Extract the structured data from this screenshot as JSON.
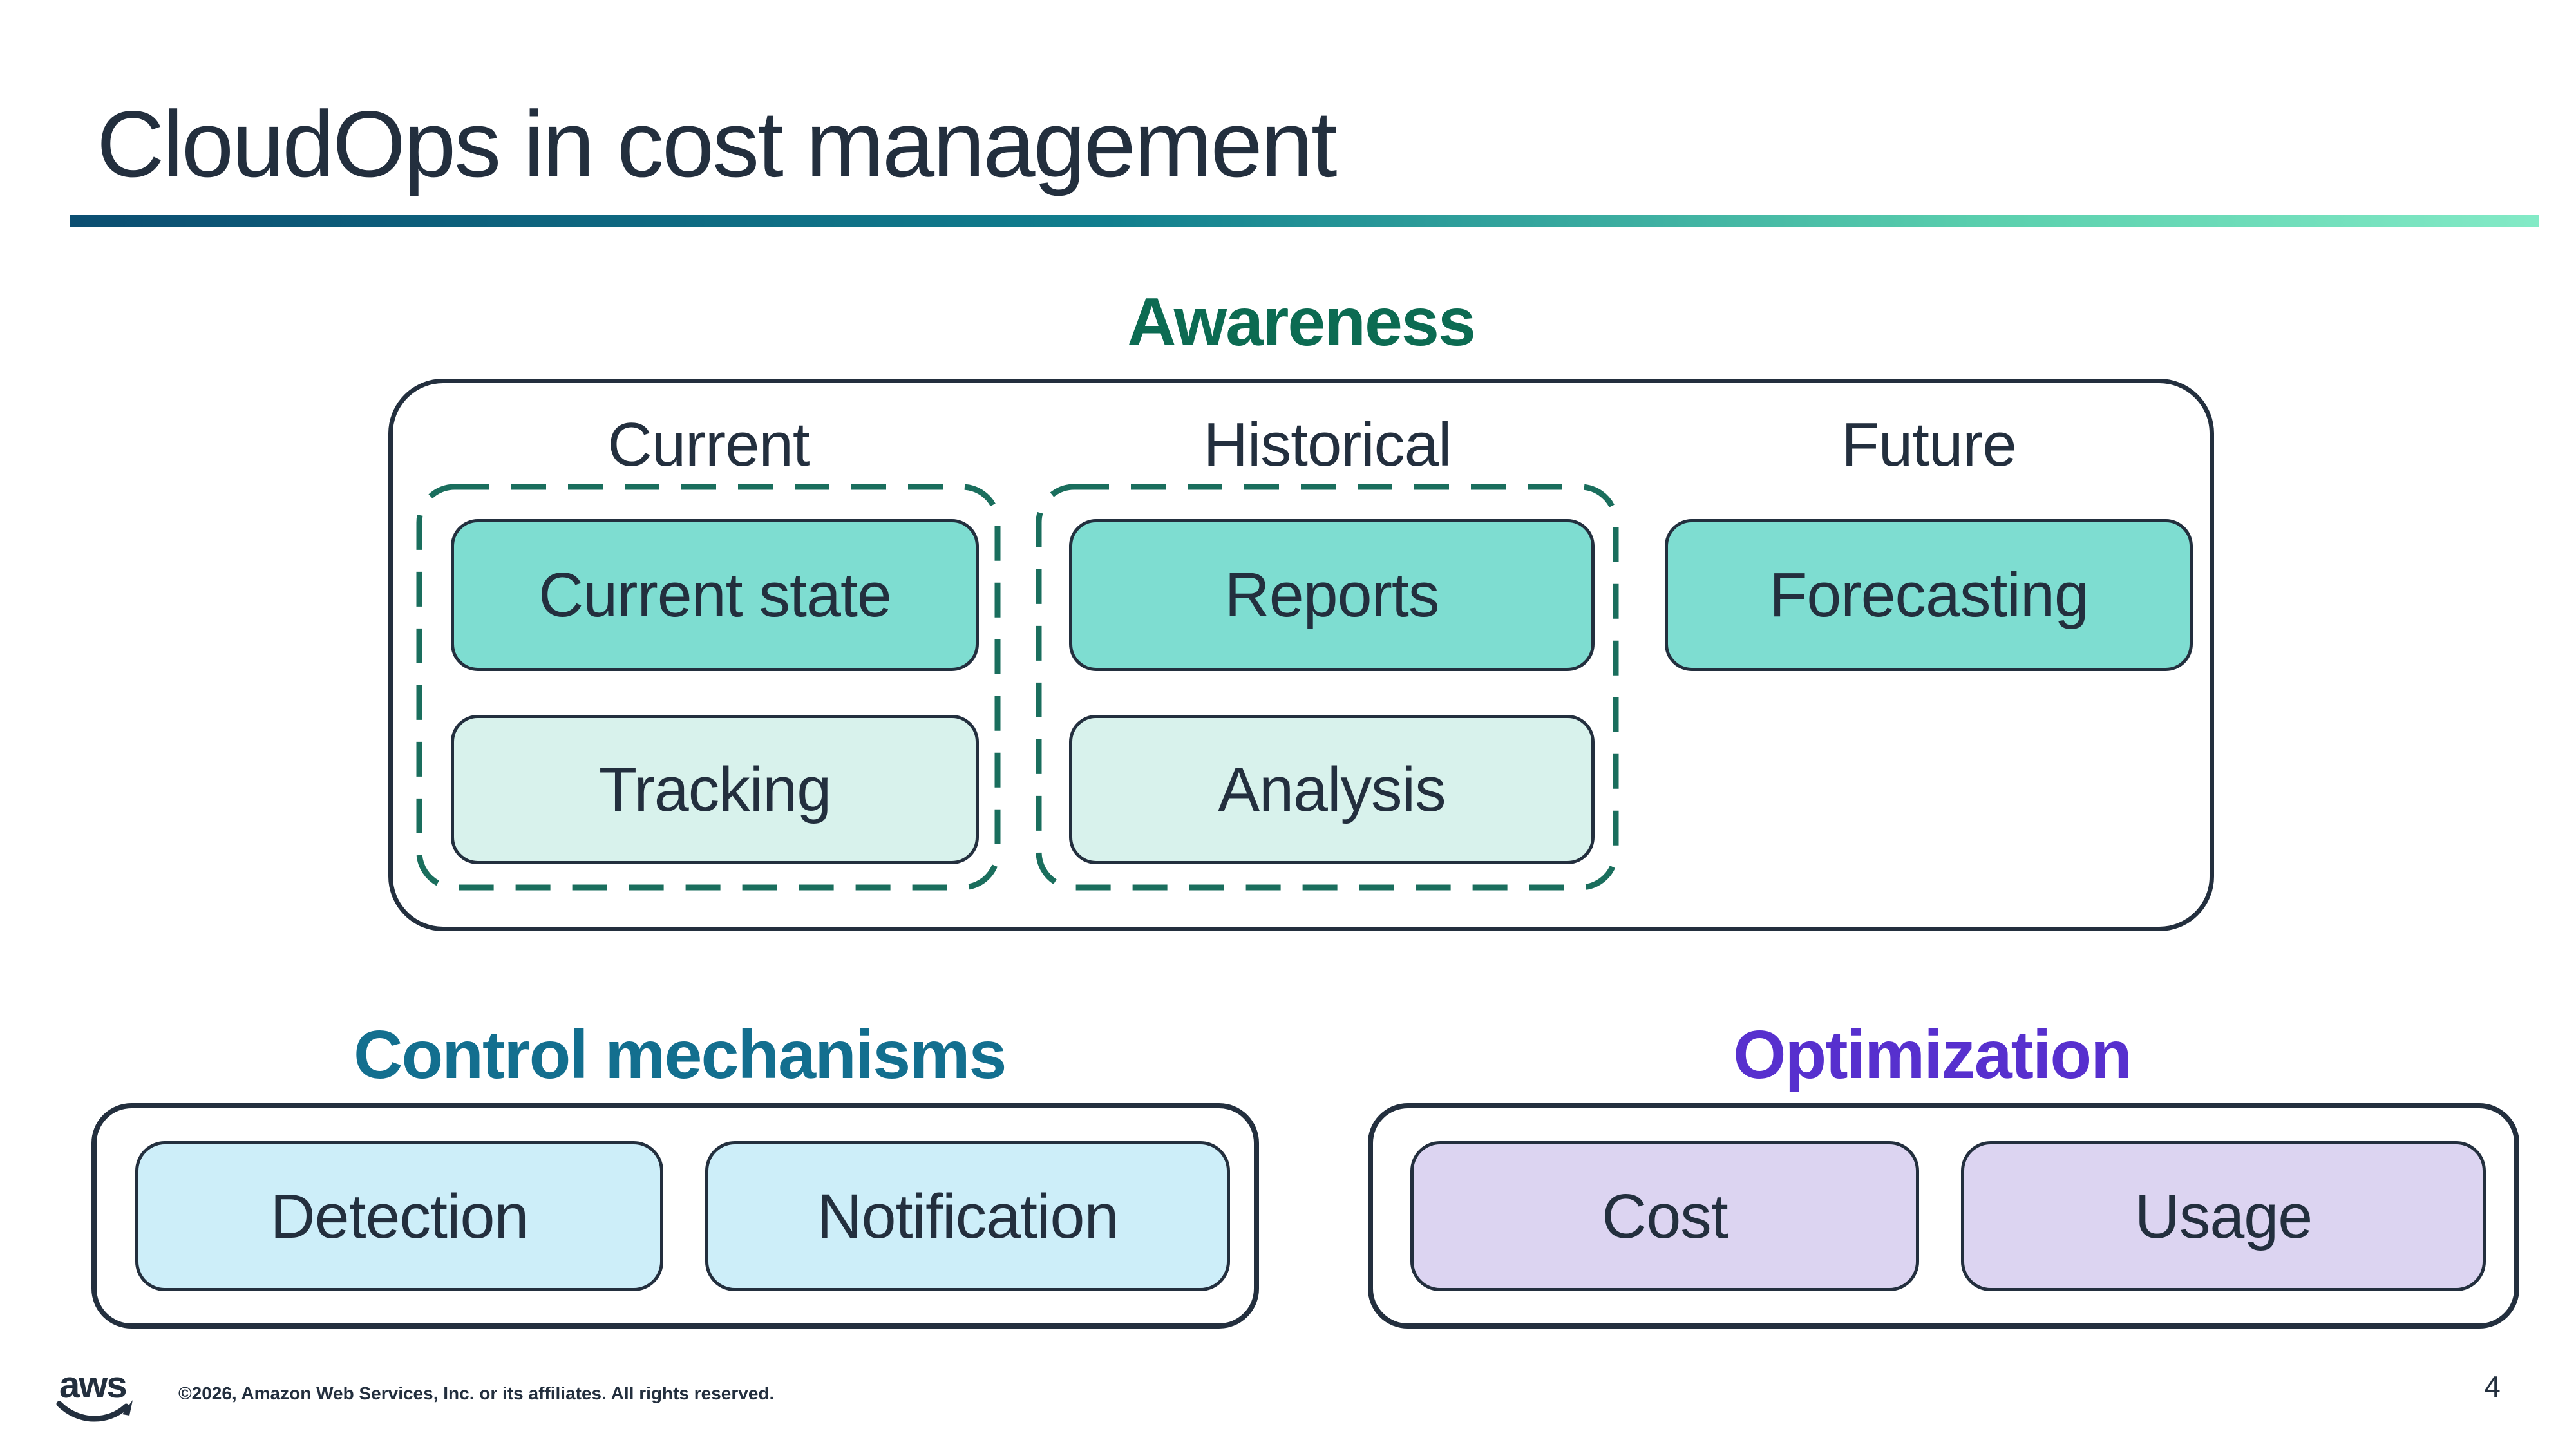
{
  "slide": {
    "title": "CloudOps in cost management",
    "page_number": "4"
  },
  "awareness": {
    "heading": "Awareness",
    "columns": [
      {
        "label": "Current",
        "boxes": [
          "Current state",
          "Tracking"
        ]
      },
      {
        "label": "Historical",
        "boxes": [
          "Reports",
          "Analysis"
        ]
      },
      {
        "label": "Future",
        "boxes": [
          "Forecasting"
        ]
      }
    ]
  },
  "control": {
    "heading": "Control mechanisms",
    "boxes": [
      "Detection",
      "Notification"
    ]
  },
  "optimization": {
    "heading": "Optimization",
    "boxes": [
      "Cost",
      "Usage"
    ]
  },
  "footer": {
    "logo_text": "aws",
    "copyright": "©2026, Amazon Web Services, Inc. or its affiliates. All rights reserved."
  },
  "colors": {
    "navy": "#232F3E",
    "teal_fill": "#7EDDD1",
    "mint_fill": "#D8F2EC",
    "blue_fill": "#CDEEF9",
    "lavender_fill": "#DCD4F1",
    "dash_green": "#1A6E5D",
    "awareness_green": "#0C6B52",
    "control_teal": "#136F8F",
    "optimization_purple": "#5730CE",
    "grad_left": "#0B4E71",
    "grad_mid": "#117E8E",
    "grad_mint": "#5BD0AE",
    "grad_right": "#83EAC6"
  }
}
